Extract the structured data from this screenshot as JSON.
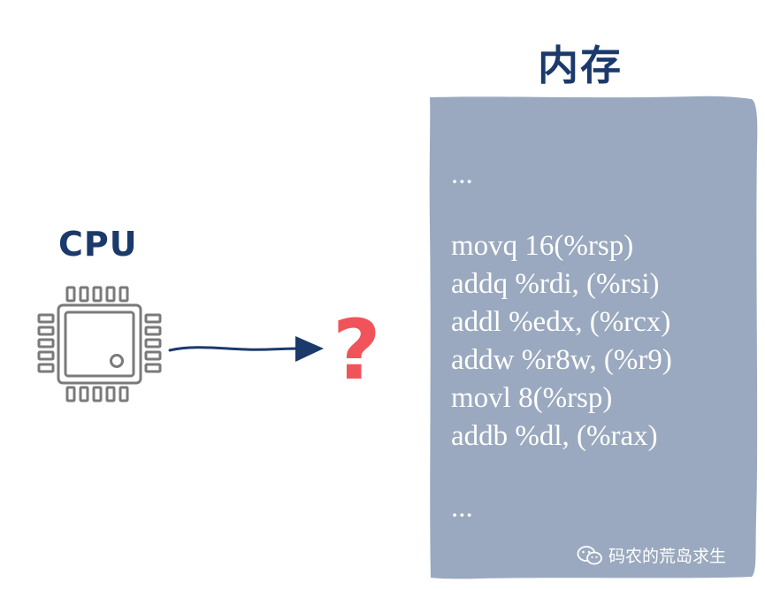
{
  "cpu": {
    "label": "CPU",
    "chip_icon": "cpu-chip-icon"
  },
  "arrow": {
    "icon": "arrow-right-icon",
    "color": "#1b3a6b"
  },
  "question_mark": "?",
  "memory": {
    "title": "内存",
    "box_color": "#9aa9bf",
    "leading_ellipsis": "...",
    "instructions": [
      "movq 16(%rsp)",
      "addq %rdi, (%rsi)",
      "addl %edx, (%rcx)",
      "addw %r8w, (%r9)",
      "movl 8(%rsp)",
      "addb %dl, (%rax)"
    ],
    "trailing_ellipsis": "..."
  },
  "watermark": {
    "icon": "wechat-icon",
    "text": "码农的荒岛求生"
  },
  "colors": {
    "title": "#1b3a6b",
    "question": "#f0545a",
    "chip": "#7a7a7a"
  }
}
